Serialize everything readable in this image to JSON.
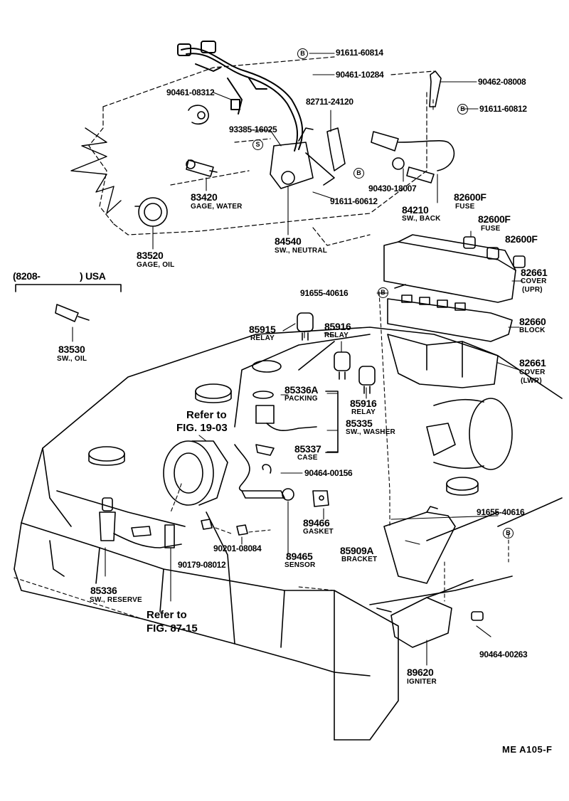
{
  "diagram": {
    "footer_code": "ME  A105-F",
    "markers": {
      "B": "B",
      "S": "S"
    },
    "parts": {
      "p91611_60814": {
        "number": "91611-60814"
      },
      "p90461_10284": {
        "number": "90461-10284"
      },
      "p90462_08008": {
        "number": "90462-08008"
      },
      "p90461_08312": {
        "number": "90461-08312"
      },
      "p82711_24120": {
        "number": "82711-24120"
      },
      "p91611_60812": {
        "number": "91611-60812"
      },
      "p93385_16025": {
        "number": "93385-16025"
      },
      "p83420": {
        "number": "83420",
        "name": "GAGE, WATER"
      },
      "p90430_18007": {
        "number": "90430-18007"
      },
      "p91611_60612": {
        "number": "91611-60612"
      },
      "p84210": {
        "number": "84210",
        "name": "SW., BACK"
      },
      "p82600F_a": {
        "number": "82600F",
        "name": "FUSE"
      },
      "p82600F_b": {
        "number": "82600F",
        "name": "FUSE"
      },
      "p82600F_c": {
        "number": "82600F"
      },
      "p84540": {
        "number": "84540",
        "name": "SW., NEUTRAL"
      },
      "p83520": {
        "number": "83520",
        "name": "GAGE, OIL"
      },
      "p82661_upr": {
        "number": "82661",
        "name": "COVER",
        "qualifier": "(UPR)"
      },
      "p91655_40616_a": {
        "number": "91655-40616"
      },
      "p82660": {
        "number": "82660",
        "name": "BLOCK"
      },
      "p85915": {
        "number": "85915",
        "name": "RELAY"
      },
      "p85916_a": {
        "number": "85916",
        "name": "RELAY"
      },
      "p83530": {
        "number": "83530",
        "name": "SW., OIL"
      },
      "p82661_lwr": {
        "number": "82661",
        "name": "COVER",
        "qualifier": "(LWR)"
      },
      "p85336A": {
        "number": "85336A",
        "name": "PACKING"
      },
      "p85916_b": {
        "number": "85916",
        "name": "RELAY"
      },
      "p85335": {
        "number": "85335",
        "name": "SW., WASHER"
      },
      "p85337": {
        "number": "85337",
        "name": "CASE"
      },
      "p90464_00156": {
        "number": "90464-00156"
      },
      "p89466": {
        "number": "89466",
        "name": "GASKET"
      },
      "p91655_40616_b": {
        "number": "91655-40616"
      },
      "p90201_08084": {
        "number": "90201-08084"
      },
      "p85909A": {
        "number": "85909A",
        "name": "BRACKET"
      },
      "p90179_08012": {
        "number": "90179-08012"
      },
      "p89465": {
        "number": "89465",
        "name": "SENSOR"
      },
      "p85336": {
        "number": "85336",
        "name": "SW., RESERVE"
      },
      "p90464_00263": {
        "number": "90464-00263"
      },
      "p89620": {
        "number": "89620",
        "name": "IGNITER"
      }
    },
    "notes": {
      "usa_from": "(8208-",
      "usa_to": ") USA",
      "ref_19_03_line1": "Refer to",
      "ref_19_03_line2": "FIG. 19-03",
      "ref_87_15_line1": "Refer to",
      "ref_87_15_line2": "FIG. 87-15"
    }
  }
}
